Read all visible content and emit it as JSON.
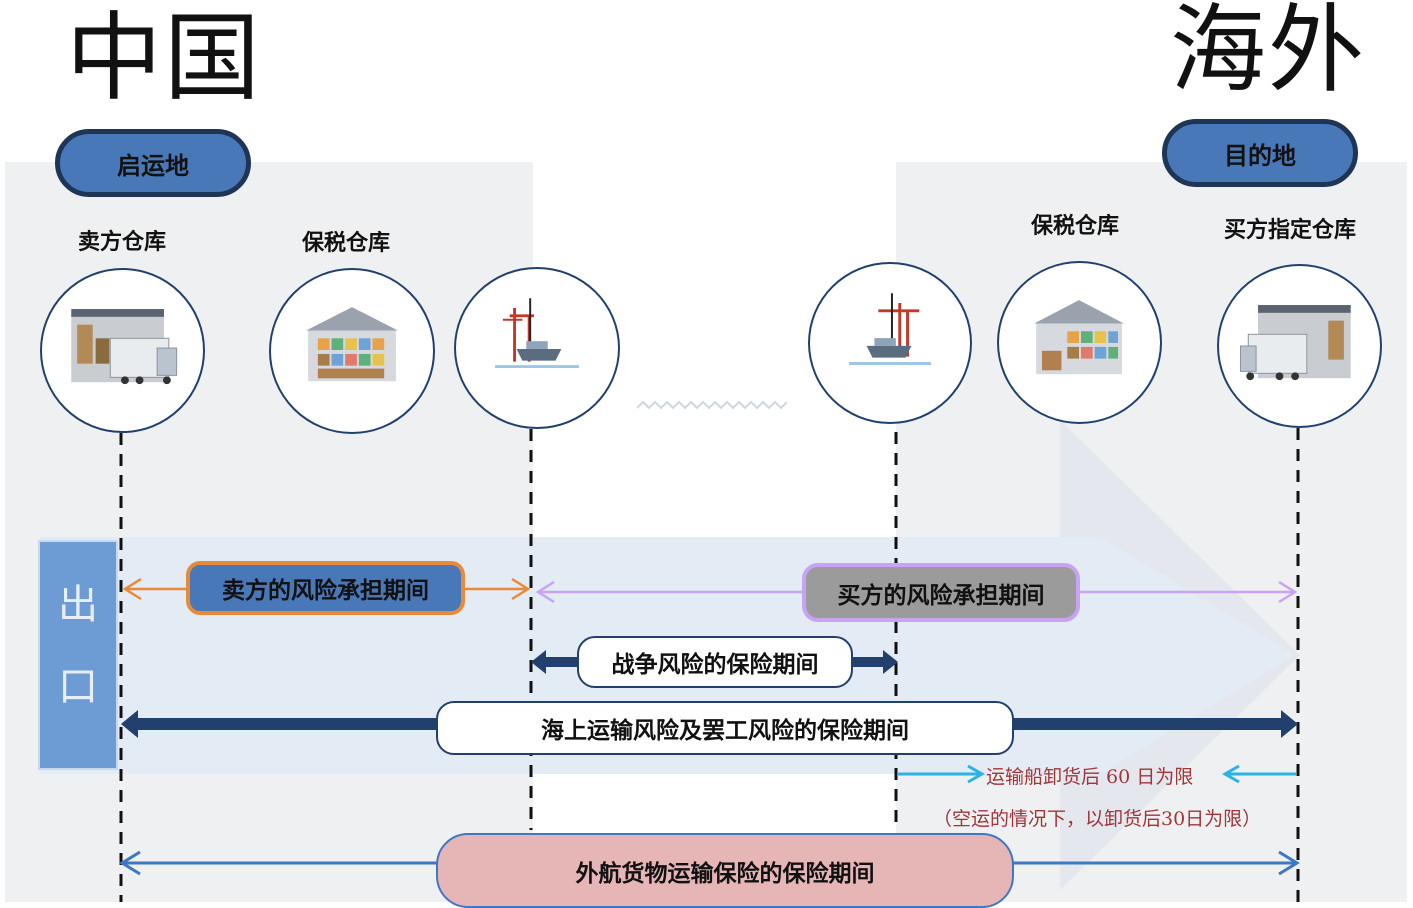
{
  "regions": {
    "left_title": "中国",
    "right_title": "海外"
  },
  "places": {
    "origin": "启运地",
    "destination": "目的地"
  },
  "locations": {
    "seller_warehouse": "卖方仓库",
    "bonded_left": "保税仓库",
    "bonded_right": "保税仓库",
    "buyer_warehouse": "买方指定仓库"
  },
  "export": {
    "char1": "出",
    "char2": "口"
  },
  "periods": {
    "seller_risk": "卖方的风险承担期间",
    "buyer_risk": "买方的风险承担期间",
    "war_risk": "战争风险的保险期间",
    "marine_strike": "海上运输风险及罢工风险的保险期间",
    "cargo_insurance": "外航货物运输保险的保险期间"
  },
  "notes": {
    "sixty_days": "运输船卸货后 60 日为限",
    "air_thirty": "（空运的情况下，以卸货后30日为限）"
  },
  "icons": [
    "warehouse-truck-icon",
    "bonded-warehouse-icon",
    "port-crane-ship-icon",
    "port-crane-ship-icon",
    "bonded-warehouse-icon",
    "warehouse-truck-icon",
    "wave-icon",
    "big-right-arrow-icon"
  ],
  "colors": {
    "panel": "#eff0f1",
    "export_bar": "#6d9bd3",
    "band": "#e3ebf5",
    "pill_blue": "#4978b8",
    "pill_dark_border": "#1e3556",
    "seller_border": "#e98a3a",
    "buyer_fill": "#9b9b9b",
    "buyer_border": "#c9a3f3",
    "navy_arrow": "#22406e",
    "blue_arrow": "#3e78c2",
    "pink_fill": "#e6b6b6",
    "cyan_arrow": "#2bb2e8",
    "note_red": "#a0353a"
  }
}
